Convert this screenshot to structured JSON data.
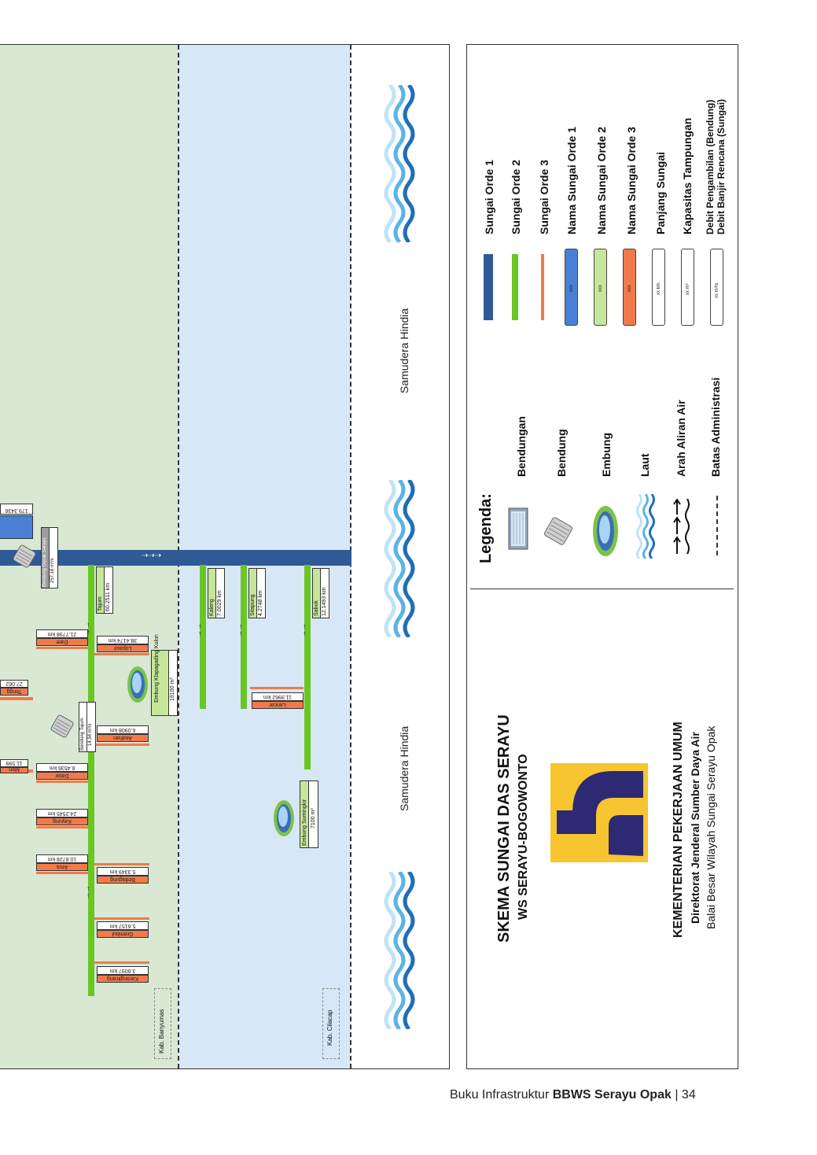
{
  "diagram": {
    "sea_labels": [
      "Samudera Hindia",
      "Samudera Hindia"
    ],
    "admin_labels": [
      "Kab. Banyumas",
      "Kab. Cilacap"
    ],
    "partial_labels": [
      "179.3436",
      "27.062",
      "Tengg",
      "11.599",
      "Men"
    ],
    "bendung_serayu": {
      "name": "Bendung Gerak Serayu",
      "value": "257.16 m³/s"
    },
    "bendung_tajum": {
      "name": "Bendung Tajum",
      "value": "14.94 m³/s"
    },
    "embung_kalen": {
      "name": "Embung Klapagading Kulon",
      "value": "19100 m³"
    },
    "embung_sumingkir": {
      "name": "Embung Sumingkir",
      "value": "7100 m³"
    },
    "rivers2": [
      {
        "name": "Tajum",
        "length": "60.2511 km"
      },
      {
        "name": "Kaleng",
        "length": "7.0029 km"
      },
      {
        "name": "Sitapung",
        "length": "4.2748 km"
      },
      {
        "name": "Sabuk",
        "length": "12.1493 km"
      }
    ],
    "rivers3_left": [
      {
        "name": "Dare",
        "length": "21.7798 km"
      },
      {
        "name": "Datar",
        "length": "6.4536 km"
      },
      {
        "name": "Kayung",
        "length": "24.2545 km"
      },
      {
        "name": "Arus",
        "length": "10.8728 km"
      }
    ],
    "rivers3_right": [
      {
        "name": "Lopasir",
        "length": "38.4174 km"
      },
      {
        "name": "Asahan",
        "length": "6.0908 km"
      },
      {
        "name": "Bedagung",
        "length": "5.3349 km"
      },
      {
        "name": "Grembul",
        "length": "5.6157 km"
      },
      {
        "name": "Karangkrang",
        "length": "3.6097 km"
      }
    ],
    "lancar": {
      "name": "Lancar",
      "length": "11.9962 km"
    }
  },
  "legend": {
    "title_line1": "SKEMA SUNGAI DAS SERAYU",
    "title_line2": "WS SERAYU-BOGOWONTO",
    "org_line1": "KEMENTERIAN PEKERJAAN UMUM",
    "org_line2": "Direktorat Jenderal Sumber Daya Air",
    "org_line3": "Balai Besar Wilayah Sungai Serayu Opak",
    "heading": "Legenda:",
    "symbols": [
      "Bendungan",
      "Bendung",
      "Embung",
      "Laut",
      "Arah Aliran Air",
      "Batas Administrasi"
    ],
    "lines": [
      "Sungai Orde 1",
      "Sungai Orde 2",
      "Sungai Orde 3",
      "Nama Sungai Orde 1",
      "Nama Sungai Orde 2",
      "Nama Sungai Orde 3",
      "Panjang Sungai",
      "Kapasitas Tampungan"
    ],
    "debit_line1": "Debit Pengambilan (Bendung)",
    "debit_line2": "Debit Banjir Rencana (Sungai)",
    "swatch_xxx": "xxx",
    "swatch_km": "xx km",
    "swatch_m3": "xx m³",
    "swatch_m3s": "xx m³/s",
    "colors": {
      "orde1": "#2f5a96",
      "orde2": "#69c623",
      "orde3": "#f07a4b",
      "name1": "#4a7fd6",
      "name2": "#c6e79a",
      "name3": "#f07a4b"
    }
  },
  "footer": {
    "prefix": "Buku Infrastruktur ",
    "bold": "BBWS Serayu Opak",
    "suffix": " | 34"
  }
}
